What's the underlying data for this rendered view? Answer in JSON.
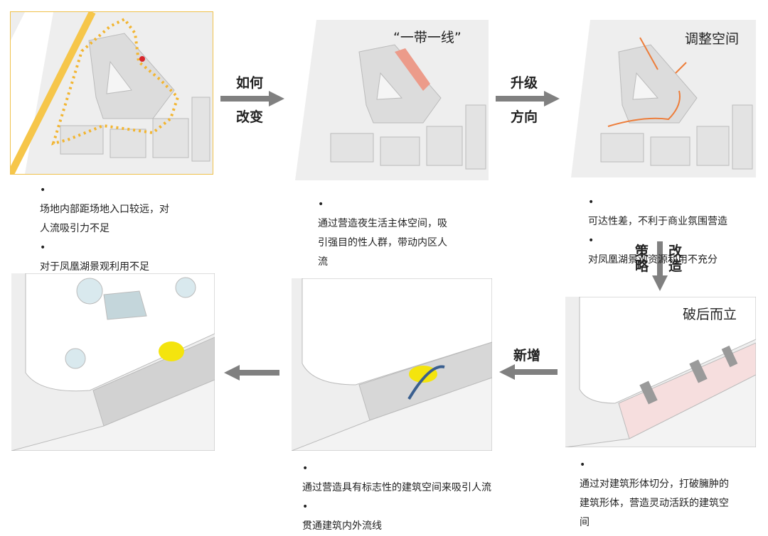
{
  "panels": [
    {
      "id": "p1",
      "label": ""
    },
    {
      "id": "p2",
      "label": "“一带一线”"
    },
    {
      "id": "p3",
      "label": "调整空间"
    },
    {
      "id": "p4",
      "label": "破后而立"
    },
    {
      "id": "p5",
      "label": ""
    },
    {
      "id": "p6",
      "label": ""
    }
  ],
  "arrows": {
    "a1": [
      "如何",
      "改变"
    ],
    "a2": [
      "升级",
      "方向"
    ],
    "a3": [
      "策",
      "略",
      "改",
      "造"
    ],
    "a4": "新增"
  },
  "bullets": {
    "b1": [
      "场地内部距场地入口较远，对",
      "人流吸引力不足",
      "对于凤凰湖景观利用不足"
    ],
    "b2": [
      "通过营造夜生活主体空间，吸",
      "引强目的性人群，带动内区人",
      "流"
    ],
    "b3": [
      "可达性差，不利于商业氛围营造",
      "对凤凰湖景观资源利用不充分"
    ],
    "b4": [
      "通过对建筑形体切分，打破臃肿的",
      "建筑形体，营造灵动活跃的建筑空",
      "间"
    ],
    "b5": [
      "通过营造具有标志性的建筑空间来吸引人流",
      "贯通建筑内外流线"
    ]
  },
  "bullet_symbol": "•",
  "colors": {
    "road": "#f6c64a",
    "dotted": "#f2b531",
    "red_dot": "#d9262b",
    "strip": "#ec9b8a",
    "orange_arrow": "#ed7d3a",
    "yellow": "#f4e40e",
    "blue": "#3a5f8f",
    "arrow_gray": "#808080",
    "panel_bg": "#eeeeee",
    "pink": "#f6dede"
  }
}
